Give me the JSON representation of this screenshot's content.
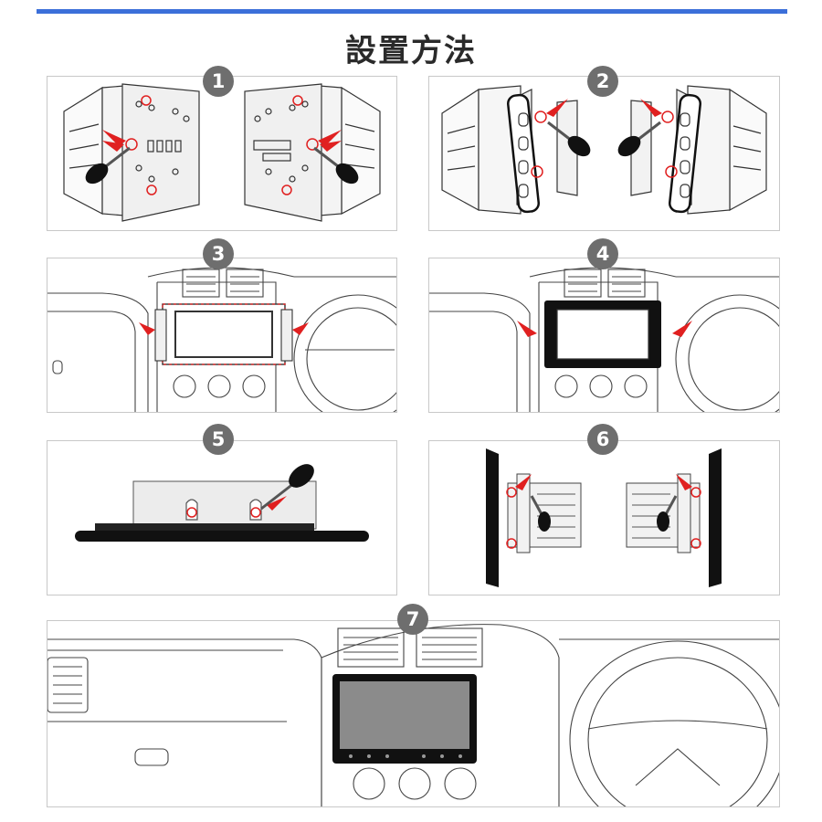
{
  "title": "設置方法",
  "accent_color": "#3b6fd9",
  "arrow_color": "#e02020",
  "steps": [
    {
      "number": "1",
      "icon": "bracket-screwdriver-illustration"
    },
    {
      "number": "2",
      "icon": "side-bracket-mount-illustration"
    },
    {
      "number": "3",
      "icon": "dashboard-frame-insert-illustration"
    },
    {
      "number": "4",
      "icon": "dashboard-bezel-insert-illustration"
    },
    {
      "number": "5",
      "icon": "unit-screw-fasten-illustration"
    },
    {
      "number": "6",
      "icon": "unit-bracket-attach-illustration"
    },
    {
      "number": "7",
      "icon": "installed-head-unit-illustration"
    }
  ]
}
